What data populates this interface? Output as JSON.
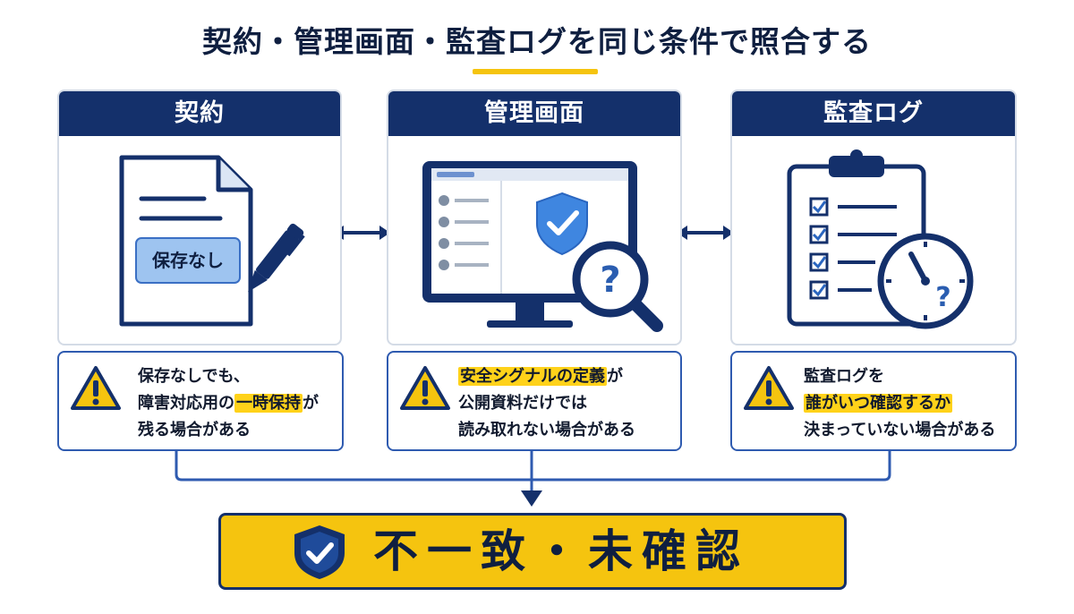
{
  "title": "契約・管理画面・監査ログを同じ条件で照合する",
  "panels": [
    {
      "header": "契約",
      "doc_badge": "保存なし"
    },
    {
      "header": "管理画面"
    },
    {
      "header": "監査ログ"
    }
  ],
  "notes": [
    {
      "line1": "保存なしでも、",
      "line2a": "障害対応用の",
      "line2b": "一時保持",
      "line2c": "が",
      "line3": "残る場合がある"
    },
    {
      "line1a": "安全シグナルの定義",
      "line1b": "が",
      "line2": "公開資料だけでは",
      "line3": "読み取れない場合がある"
    },
    {
      "line1": "監査ログを",
      "line2": "誰がいつ確認するか",
      "line3": "決まっていない場合がある"
    }
  ],
  "result": {
    "label": "不一致・未確認"
  },
  "colors": {
    "navy": "#14306b",
    "accent_yellow": "#f5c40f",
    "highlight": "#ffd21a",
    "light_blue": "#9ec4f0"
  },
  "icons": [
    "document-icon",
    "pen-icon",
    "monitor-icon",
    "shield-check-icon",
    "magnifier-question-icon",
    "clipboard-checklist-icon",
    "clock-question-icon",
    "warning-icon",
    "double-arrow-icon",
    "down-arrow-icon"
  ]
}
